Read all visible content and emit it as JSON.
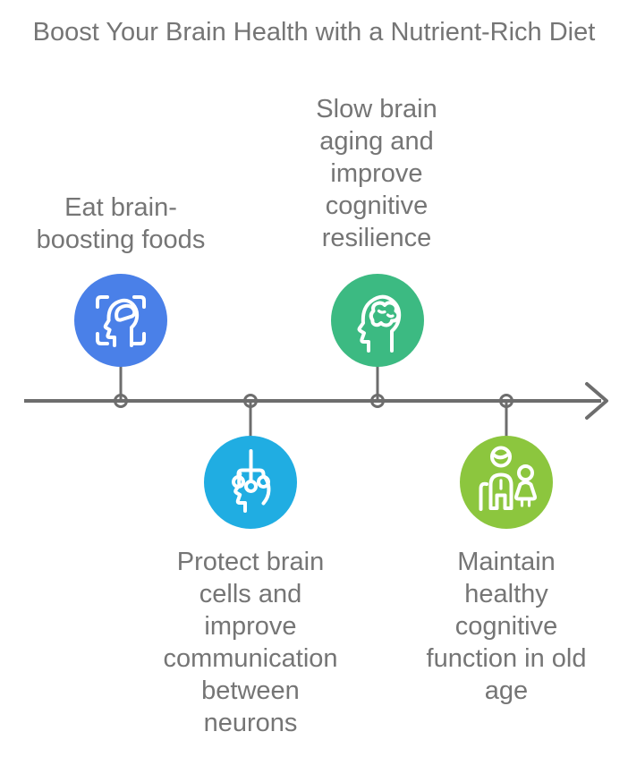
{
  "title": "Boost Your Brain Health with a Nutrient-Rich Diet",
  "colors": {
    "text_gray": "#757575",
    "timeline_gray": "#6d6d6d",
    "step1_blue": "#4a80e8",
    "step2_cyan": "#20ade2",
    "step3_green": "#3cba82",
    "step4_lime": "#8cc63e"
  },
  "timeline": {
    "type": "horizontal-arrow-right",
    "node_count": 4
  },
  "steps": [
    {
      "label": "Eat brain-\nboosting foods",
      "icon": "brain-scan-icon",
      "color": "#4a80e8",
      "placement": "above"
    },
    {
      "label": "Protect brain\ncells and\nimprove\ncommunication\nbetween\nneurons",
      "icon": "neuron-network-head-icon",
      "color": "#20ade2",
      "placement": "below"
    },
    {
      "label": "Slow brain\naging and\nimprove\ncognitive\nresilience",
      "icon": "brain-head-icon",
      "color": "#3cba82",
      "placement": "above"
    },
    {
      "label": "Maintain\nhealthy\ncognitive\nfunction in old\nage",
      "icon": "elderly-family-icon",
      "color": "#8cc63e",
      "placement": "below"
    }
  ]
}
